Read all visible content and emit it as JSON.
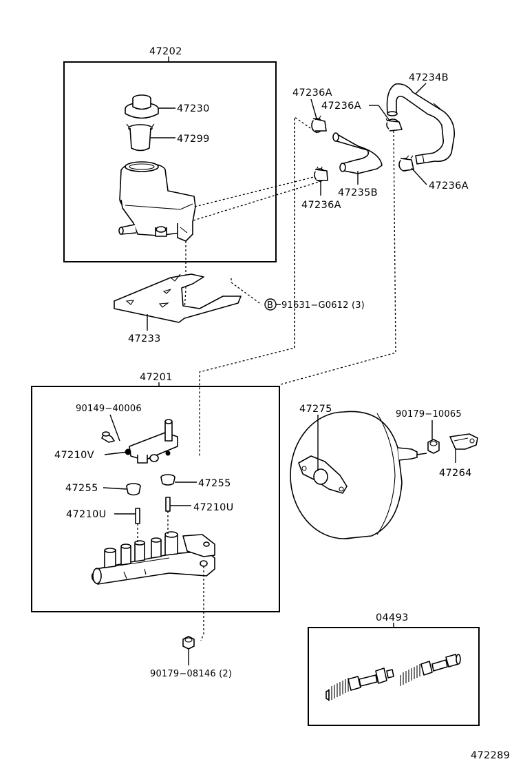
{
  "labels": {
    "p47202": "47202",
    "p47230": "47230",
    "p47299": "47299",
    "p47236A_a": "47236A",
    "p47236A_b": "47236A",
    "p47236A_c": "47236A",
    "p47236A_d": "47236A",
    "p47234B": "47234B",
    "p47235B": "47235B",
    "p47233": "47233",
    "p91631": "91631−G0612 (3)",
    "circle_b": "B",
    "p47201": "47201",
    "p90149": "90149−40006",
    "p47210V": "47210V",
    "p47255_a": "47255",
    "p47255_b": "47255",
    "p47210U_a": "47210U",
    "p47210U_b": "47210U",
    "p47275": "47275",
    "p90179_10065": "90179−10065",
    "p47264": "47264",
    "p90179_08146": "90179−08146 (2)",
    "p04493": "04493",
    "diagram_id": "472289"
  }
}
